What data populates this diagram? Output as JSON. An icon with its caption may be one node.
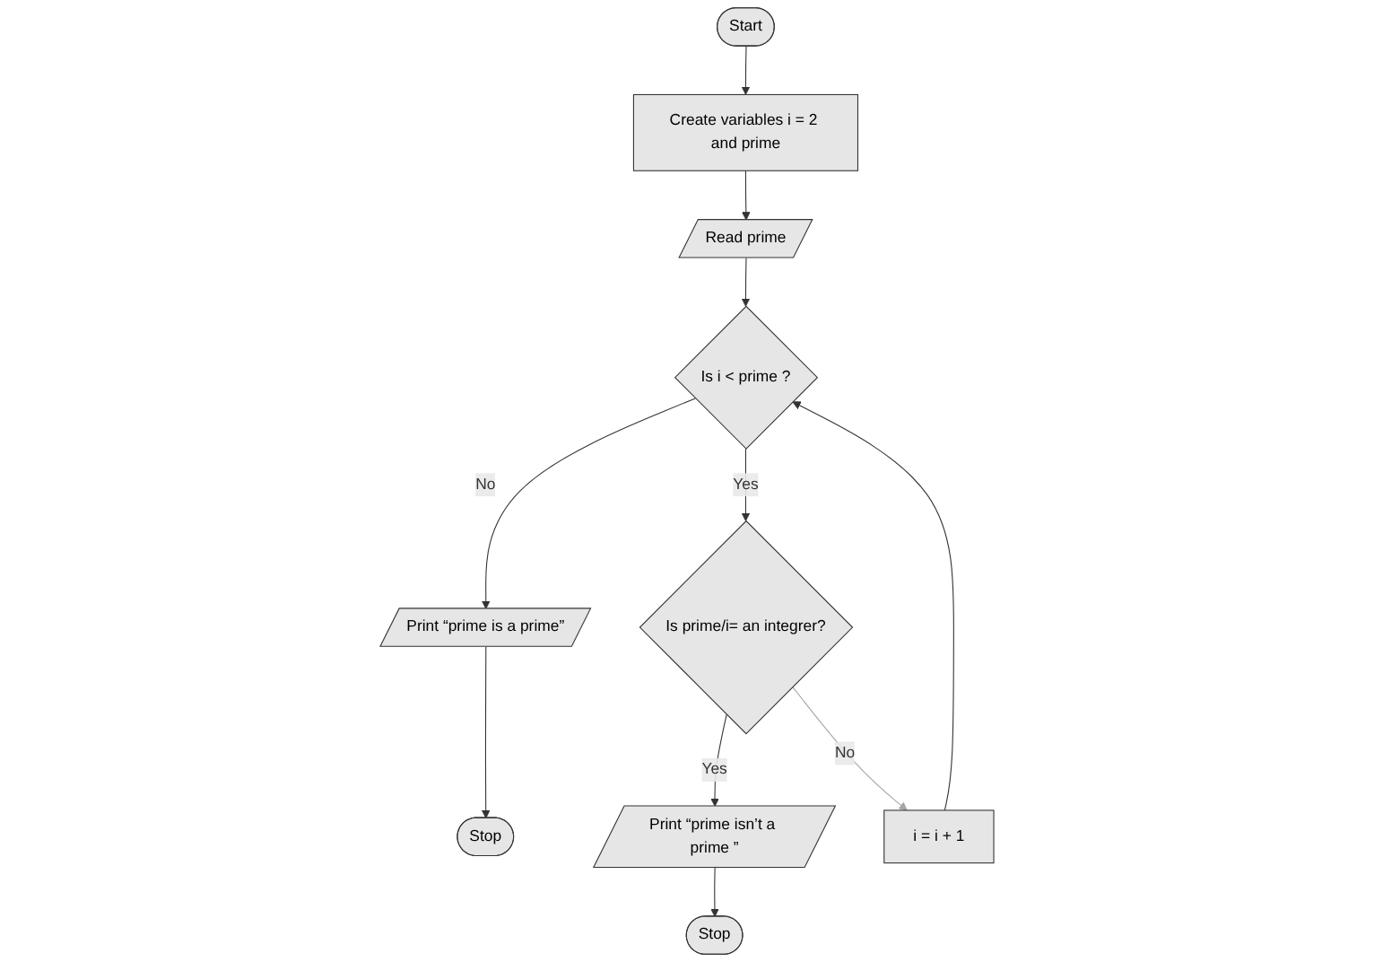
{
  "diagram": {
    "nodes": [
      {
        "text": [
          "Start"
        ]
      },
      {
        "text": [
          "Create variables i = 2 and prime"
        ]
      },
      {
        "text": [
          "Read prime"
        ]
      },
      {
        "text": [
          "Is i < prime ?"
        ]
      },
      {
        "text": [
          "Print “prime is a prime”"
        ]
      },
      {
        "text": [
          "Stop"
        ]
      },
      {
        "text": [
          "i = i + 1"
        ]
      },
      {
        "text": [
          "Is prime/i= an integrer?"
        ]
      },
      {
        "text": [
          "Print “prime isn’t a prime ”"
        ]
      },
      {
        "text": [
          "Stop"
        ]
      }
    ],
    "edges": [
      {
        "from": 0,
        "to": 1,
        "arrow": "to"
      },
      {
        "from": 1,
        "to": 2,
        "arrow": "to"
      },
      {
        "from": 2,
        "to": 3,
        "arrow": "to"
      },
      {
        "from": 3,
        "to": 4,
        "arrow": "to",
        "label": "No"
      },
      {
        "from": 4,
        "to": 5,
        "arrow": "to"
      },
      {
        "from": 3,
        "to": 7,
        "arrow": "to",
        "label": "Yes"
      },
      {
        "from": 7,
        "to": 8,
        "arrow": "to",
        "label": "Yes"
      },
      {
        "from": 8,
        "to": 9,
        "arrow": "to"
      },
      {
        "from": 7,
        "to": 6,
        "arrow": "to",
        "label": "No",
        "color": "#a6a6a6"
      },
      {
        "from": 6,
        "to": 3,
        "arrow": "to"
      }
    ]
  }
}
